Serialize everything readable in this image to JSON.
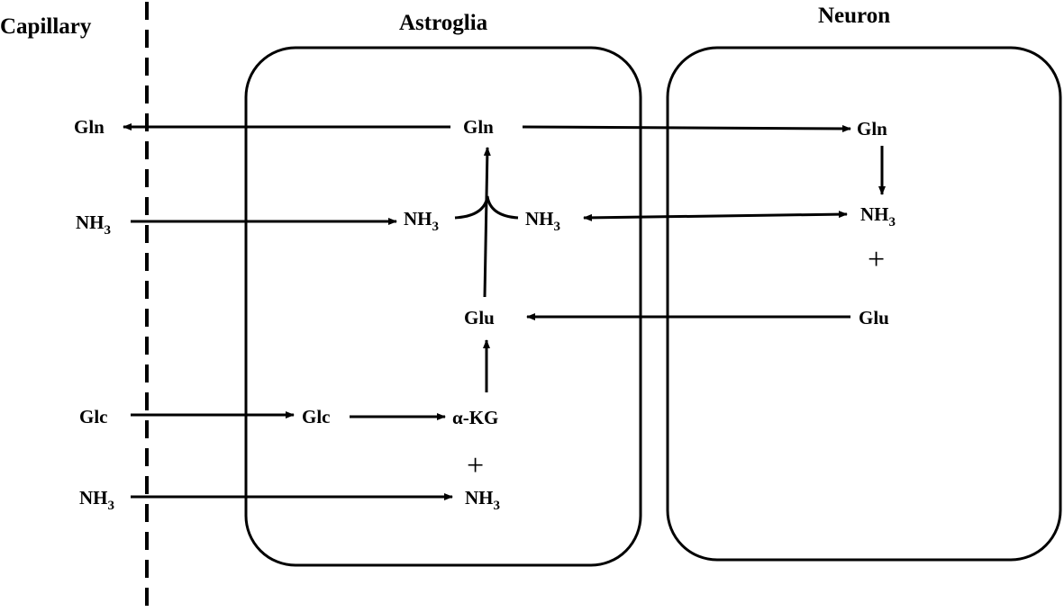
{
  "headers": {
    "capillary": "Capillary",
    "astroglia": "Astroglia",
    "neuron": "Neuron"
  },
  "capillary": {
    "gln": "Gln",
    "nh3_top_base": "NH",
    "nh3_top_sub": "3",
    "glc": "Glc",
    "nh3_bottom_base": "NH",
    "nh3_bottom_sub": "3"
  },
  "astroglia": {
    "gln": "Gln",
    "nh3_left_base": "NH",
    "nh3_left_sub": "3",
    "nh3_right_base": "NH",
    "nh3_right_sub": "3",
    "glu": "Glu",
    "glc": "Glc",
    "akg": "α-KG",
    "plus": "+",
    "nh3_bottom_base": "NH",
    "nh3_bottom_sub": "3"
  },
  "neuron": {
    "gln": "Gln",
    "nh3_base": "NH",
    "nh3_sub": "3",
    "plus": "+",
    "glu": "Glu"
  },
  "colors": {
    "stroke": "#000000",
    "background": "#ffffff"
  }
}
